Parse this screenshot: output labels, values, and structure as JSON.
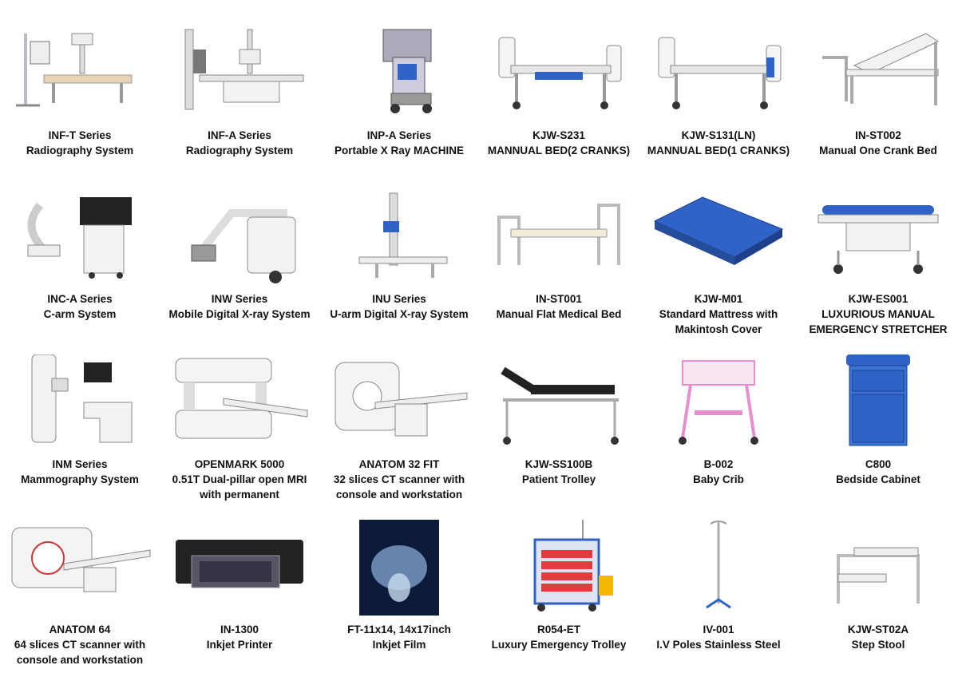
{
  "colors": {
    "blue": "#2f63c7",
    "pink": "#e68fd0",
    "metal": "#b9bec6",
    "white": "#f4f4f4",
    "outline": "#6a6f78"
  },
  "products": [
    {
      "code": "INF-T Series",
      "lines": [
        "Radiography System"
      ],
      "icon": "radiography-table-icon"
    },
    {
      "code": "INF-A Series",
      "lines": [
        "Radiography System"
      ],
      "icon": "radiography-stand-icon"
    },
    {
      "code": "INP-A Series",
      "lines": [
        "Portable X Ray MACHINE"
      ],
      "icon": "portable-xray-icon"
    },
    {
      "code": "KJW-S231",
      "lines": [
        "MANNUAL BED(2 CRANKS)"
      ],
      "icon": "bed-two-cranks-icon"
    },
    {
      "code": "KJW-S131(LN)",
      "lines": [
        "MANNUAL BED(1 CRANKS)"
      ],
      "icon": "bed-one-crank-icon"
    },
    {
      "code": "IN-ST002",
      "lines": [
        "Manual One Crank Bed"
      ],
      "icon": "crank-bed-icon"
    },
    {
      "code": "INC-A Series",
      "lines": [
        "C-arm System"
      ],
      "icon": "c-arm-icon"
    },
    {
      "code": "INW Series",
      "lines": [
        "Mobile Digital X-ray System"
      ],
      "icon": "mobile-xray-icon"
    },
    {
      "code": "INU Series",
      "lines": [
        "U-arm Digital X-ray System"
      ],
      "icon": "u-arm-icon"
    },
    {
      "code": "IN-ST001",
      "lines": [
        "Manual Flat Medical Bed"
      ],
      "icon": "flat-bed-icon"
    },
    {
      "code": "KJW-M01",
      "lines": [
        "Standard Mattress with",
        "Makintosh Cover"
      ],
      "icon": "mattress-icon"
    },
    {
      "code": "KJW-ES001",
      "lines": [
        "LUXURIOUS MANUAL",
        "EMERGENCY STRETCHER"
      ],
      "icon": "stretcher-icon"
    },
    {
      "code": "INM Series",
      "lines": [
        "Mammography System"
      ],
      "icon": "mammography-icon"
    },
    {
      "code": "OPENMARK 5000",
      "lines": [
        "0.51T Dual-pillar open MRI",
        "with permanent"
      ],
      "icon": "open-mri-icon"
    },
    {
      "code": "ANATOM 32 FIT",
      "lines": [
        "32 slices CT scanner with",
        "console and workstation"
      ],
      "icon": "ct-32-icon"
    },
    {
      "code": "KJW-SS100B",
      "lines": [
        "Patient Trolley"
      ],
      "icon": "patient-trolley-icon"
    },
    {
      "code": "B-002",
      "lines": [
        "Baby Crib"
      ],
      "icon": "baby-crib-icon"
    },
    {
      "code": "C800",
      "lines": [
        "Bedside Cabinet"
      ],
      "icon": "bedside-cabinet-icon"
    },
    {
      "code": "ANATOM 64",
      "lines": [
        "64 slices CT scanner with",
        "console and workstation"
      ],
      "icon": "ct-64-icon"
    },
    {
      "code": "IN-1300",
      "lines": [
        "Inkjet Printer"
      ],
      "icon": "inkjet-printer-icon"
    },
    {
      "code": "FT-11x14, 14x17inch",
      "lines": [
        "Inkjet Film"
      ],
      "icon": "xray-film-icon"
    },
    {
      "code": "R054-ET",
      "lines": [
        "Luxury Emergency Trolley"
      ],
      "icon": "emergency-trolley-icon"
    },
    {
      "code": "IV-001",
      "lines": [
        "I.V Poles Stainless  Steel"
      ],
      "icon": "iv-pole-icon"
    },
    {
      "code": "KJW-ST02A",
      "lines": [
        "Step Stool"
      ],
      "icon": "step-stool-icon"
    }
  ]
}
